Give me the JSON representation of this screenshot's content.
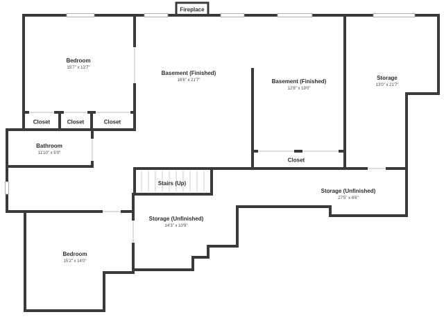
{
  "floor_plan": {
    "fireplace_label": "Fireplace",
    "rooms": [
      {
        "name": "Bedroom",
        "dims": "15'7\" x 13'7\""
      },
      {
        "name": "Basement (Finished)",
        "dims": "16'6\" x 21'7\""
      },
      {
        "name": "Basement (Finished)",
        "dims": "12'8\" x 19'0\""
      },
      {
        "name": "Storage",
        "dims": "13'0\" x 21'7\""
      },
      {
        "name": "Closet",
        "dims": ""
      },
      {
        "name": "Closet",
        "dims": ""
      },
      {
        "name": "Closet",
        "dims": ""
      },
      {
        "name": "Bathroom",
        "dims": "11'10\" x 5'0\""
      },
      {
        "name": "Closet",
        "dims": ""
      },
      {
        "name": "Stairs (Up)",
        "dims": ""
      },
      {
        "name": "Storage (Unfinished)",
        "dims": "27'5\" x 6'6\""
      },
      {
        "name": "Storage (Unfinished)",
        "dims": "14'3\" x 10'9\""
      },
      {
        "name": "Bedroom",
        "dims": "15'2\" x 14'0\""
      }
    ]
  }
}
